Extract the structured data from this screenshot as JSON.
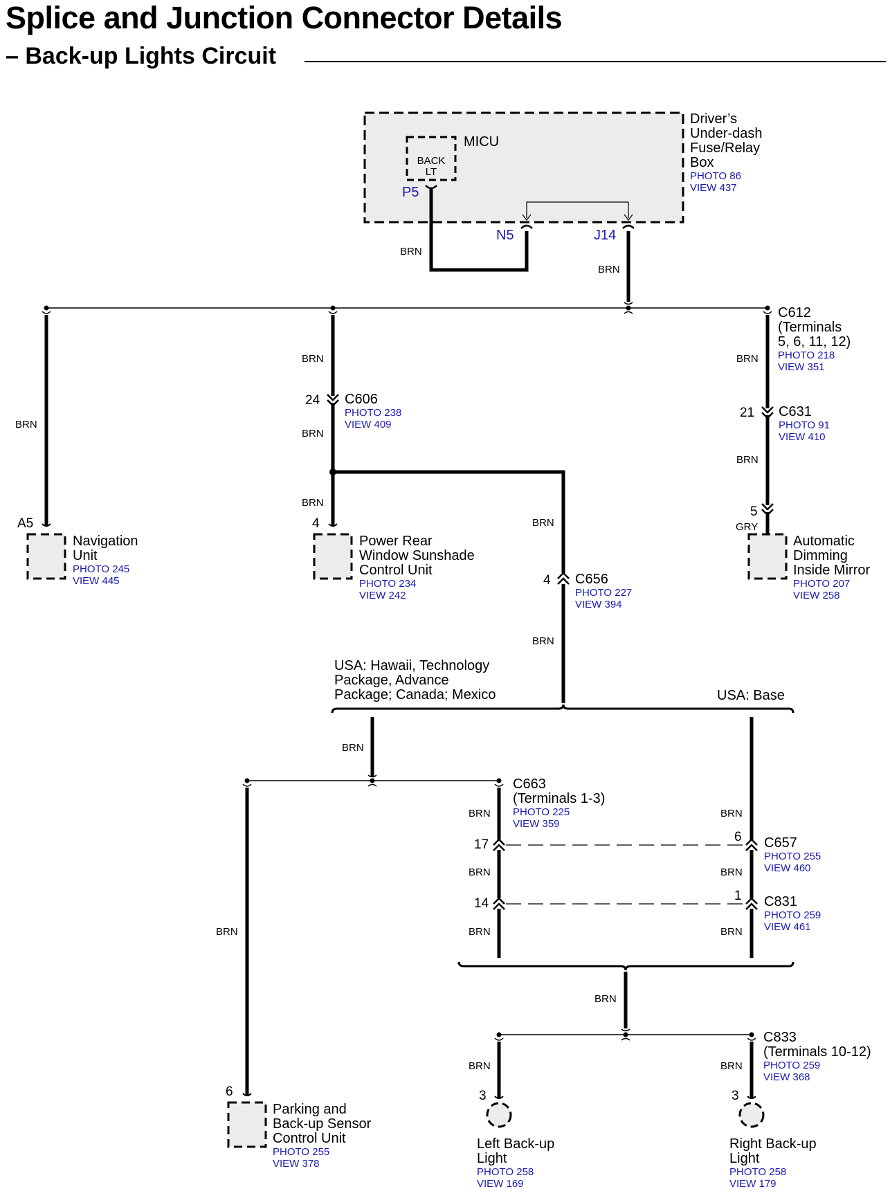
{
  "title": "Splice and Junction Connector Details",
  "subtitle": "– Back-up Lights Circuit",
  "wire_color": "BRN",
  "gry_color": "GRY",
  "fuse_box": {
    "label_lines": [
      "Driver’s",
      "Under-dash",
      "Fuse/Relay",
      "Box"
    ],
    "photo": "PHOTO 86",
    "view": "VIEW 437",
    "micu": "MICU",
    "back_lt": [
      "BACK",
      "LT"
    ],
    "pins": {
      "p5": "P5",
      "n5": "N5",
      "j14": "J14"
    }
  },
  "connectors": {
    "c612": {
      "lines": [
        "C612",
        "(Terminals",
        "5, 6, 11, 12)"
      ],
      "photo": "PHOTO 218",
      "view": "VIEW 351"
    },
    "c606": {
      "name": "C606",
      "pin": "24",
      "photo": "PHOTO 238",
      "view": "VIEW 409"
    },
    "c631": {
      "name": "C631",
      "pin": "21",
      "photo": "PHOTO 91",
      "view": "VIEW 410"
    },
    "c656": {
      "name": "C656",
      "pin": "4",
      "photo": "PHOTO 227",
      "view": "VIEW 394"
    },
    "c663": {
      "lines": [
        "C663",
        "(Terminals 1-3)"
      ],
      "photo": "PHOTO 225",
      "view": "VIEW 359"
    },
    "c657": {
      "name": "C657",
      "pin_left": "17",
      "pin_right": "6",
      "photo": "PHOTO 255",
      "view": "VIEW 460"
    },
    "c831": {
      "name": "C831",
      "pin_left": "14",
      "pin_right": "1",
      "photo": "PHOTO 259",
      "view": "VIEW 461"
    },
    "c833": {
      "lines": [
        "C833",
        "(Terminals 10-12)"
      ],
      "photo": "PHOTO 259",
      "view": "VIEW 368"
    }
  },
  "components": {
    "navigation": {
      "pin": "A5",
      "lines": [
        "Navigation",
        "Unit"
      ],
      "photo": "PHOTO 245",
      "view": "VIEW 445"
    },
    "sunshade": {
      "pin": "4",
      "lines": [
        "Power Rear",
        "Window Sunshade",
        "Control Unit"
      ],
      "photo": "PHOTO 234",
      "view": "VIEW 242"
    },
    "mirror": {
      "pin": "5",
      "lines": [
        "Automatic",
        "Dimming",
        "Inside Mirror"
      ],
      "photo": "PHOTO 207",
      "view": "VIEW 258"
    },
    "parking": {
      "pin": "6",
      "lines": [
        "Parking and",
        "Back-up Sensor",
        "Control Unit"
      ],
      "photo": "PHOTO 255",
      "view": "VIEW 378"
    },
    "left_light": {
      "pin": "3",
      "lines": [
        "Left Back-up",
        "Light"
      ],
      "photo": "PHOTO 258",
      "view": "VIEW 169"
    },
    "right_light": {
      "pin": "3",
      "lines": [
        "Right Back-up",
        "Light"
      ],
      "photo": "PHOTO 258",
      "view": "VIEW 179"
    }
  },
  "variants": {
    "left": [
      "USA: Hawaii, Technology",
      "Package, Advance",
      "Package; Canada; Mexico"
    ],
    "right": "USA: Base"
  }
}
